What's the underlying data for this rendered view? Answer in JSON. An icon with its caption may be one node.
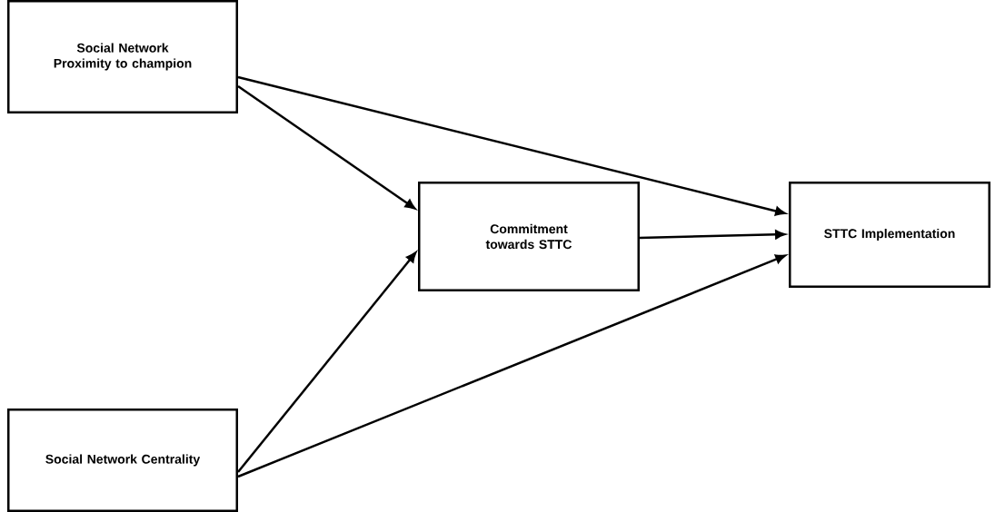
{
  "diagram": {
    "nodes": [
      {
        "text": [
          "Social Network Proximity to champion"
        ]
      },
      {
        "text": [
          "Commitment towards STTC"
        ]
      },
      {
        "text": [
          "STTC Implementation"
        ]
      },
      {
        "text": [
          "Social Network Centrality"
        ]
      }
    ],
    "edges": [
      {
        "from": 0,
        "to": 2,
        "arrow": "to"
      },
      {
        "from": 0,
        "to": 1,
        "arrow": "to"
      },
      {
        "from": 3,
        "to": 1,
        "arrow": "to"
      },
      {
        "from": 3,
        "to": 2,
        "arrow": "to"
      },
      {
        "from": 1,
        "to": 2,
        "arrow": "to"
      }
    ]
  }
}
